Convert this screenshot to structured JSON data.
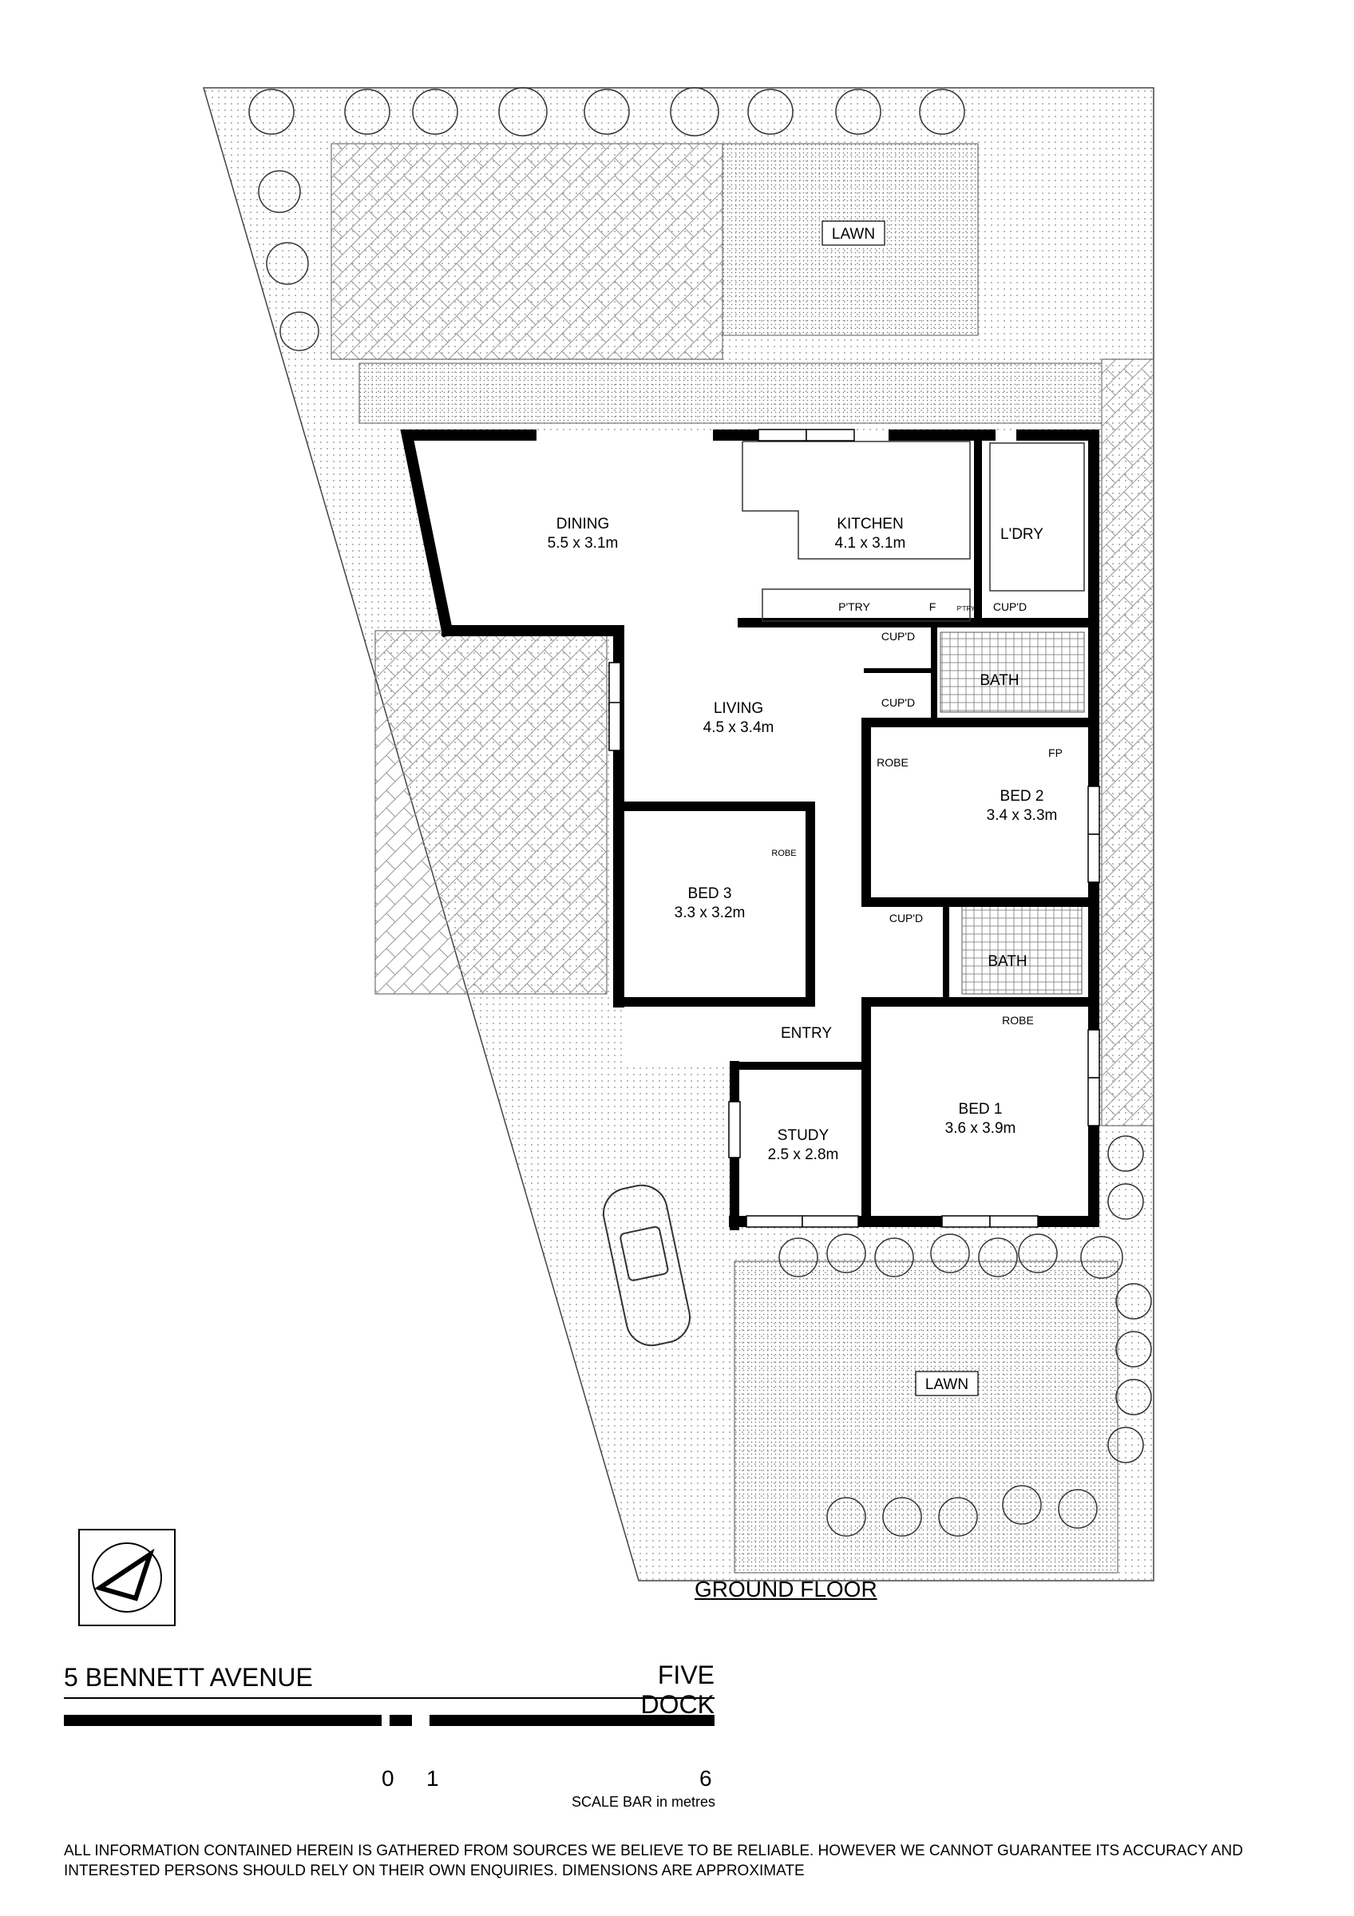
{
  "floor_title": "GROUND FLOOR",
  "address": "5 BENNETT AVENUE",
  "suburb": "FIVE DOCK",
  "scale": {
    "ticks": [
      "0",
      "1",
      "6"
    ],
    "caption": "SCALE BAR in metres"
  },
  "disclaimer": "ALL INFORMATION CONTAINED HEREIN IS GATHERED FROM SOURCES WE BELIEVE TO BE RELIABLE. HOWEVER WE CANNOT GUARANTEE ITS ACCURACY AND INTERESTED PERSONS SHOULD RELY ON THEIR OWN ENQUIRIES. DIMENSIONS ARE APPROXIMATE",
  "rooms": {
    "dining": {
      "name": "DINING",
      "size": "5.5 x 3.1m"
    },
    "kitchen": {
      "name": "KITCHEN",
      "size": "4.1 x 3.1m"
    },
    "laundry": {
      "name": "L'DRY"
    },
    "living": {
      "name": "LIVING",
      "size": "4.5 x 3.4m"
    },
    "bed2": {
      "name": "BED 2",
      "size": "3.4 x 3.3m"
    },
    "bed3": {
      "name": "BED 3",
      "size": "3.3 x 3.2m"
    },
    "bed1": {
      "name": "BED 1",
      "size": "3.6 x 3.9m"
    },
    "study": {
      "name": "STUDY",
      "size": "2.5 x 2.8m"
    },
    "entry": {
      "name": "ENTRY"
    },
    "bath_upper": {
      "name": "BATH"
    },
    "bath_lower": {
      "name": "BATH"
    }
  },
  "fixtures": {
    "pantry": "P'TRY",
    "fridge": "F",
    "ptry_small": "P'TRY",
    "cupd_laundry": "CUP'D",
    "cupd_hall_top": "CUP'D",
    "cupd_hall_bottom": "CUP'D",
    "cupd_bath2": "CUP'D",
    "robe_bed2": "ROBE",
    "robe_bed3": "ROBE",
    "robe_bed1": "ROBE",
    "fireplace": "FP"
  },
  "lawns": {
    "rear": "LAWN",
    "front": "LAWN"
  }
}
